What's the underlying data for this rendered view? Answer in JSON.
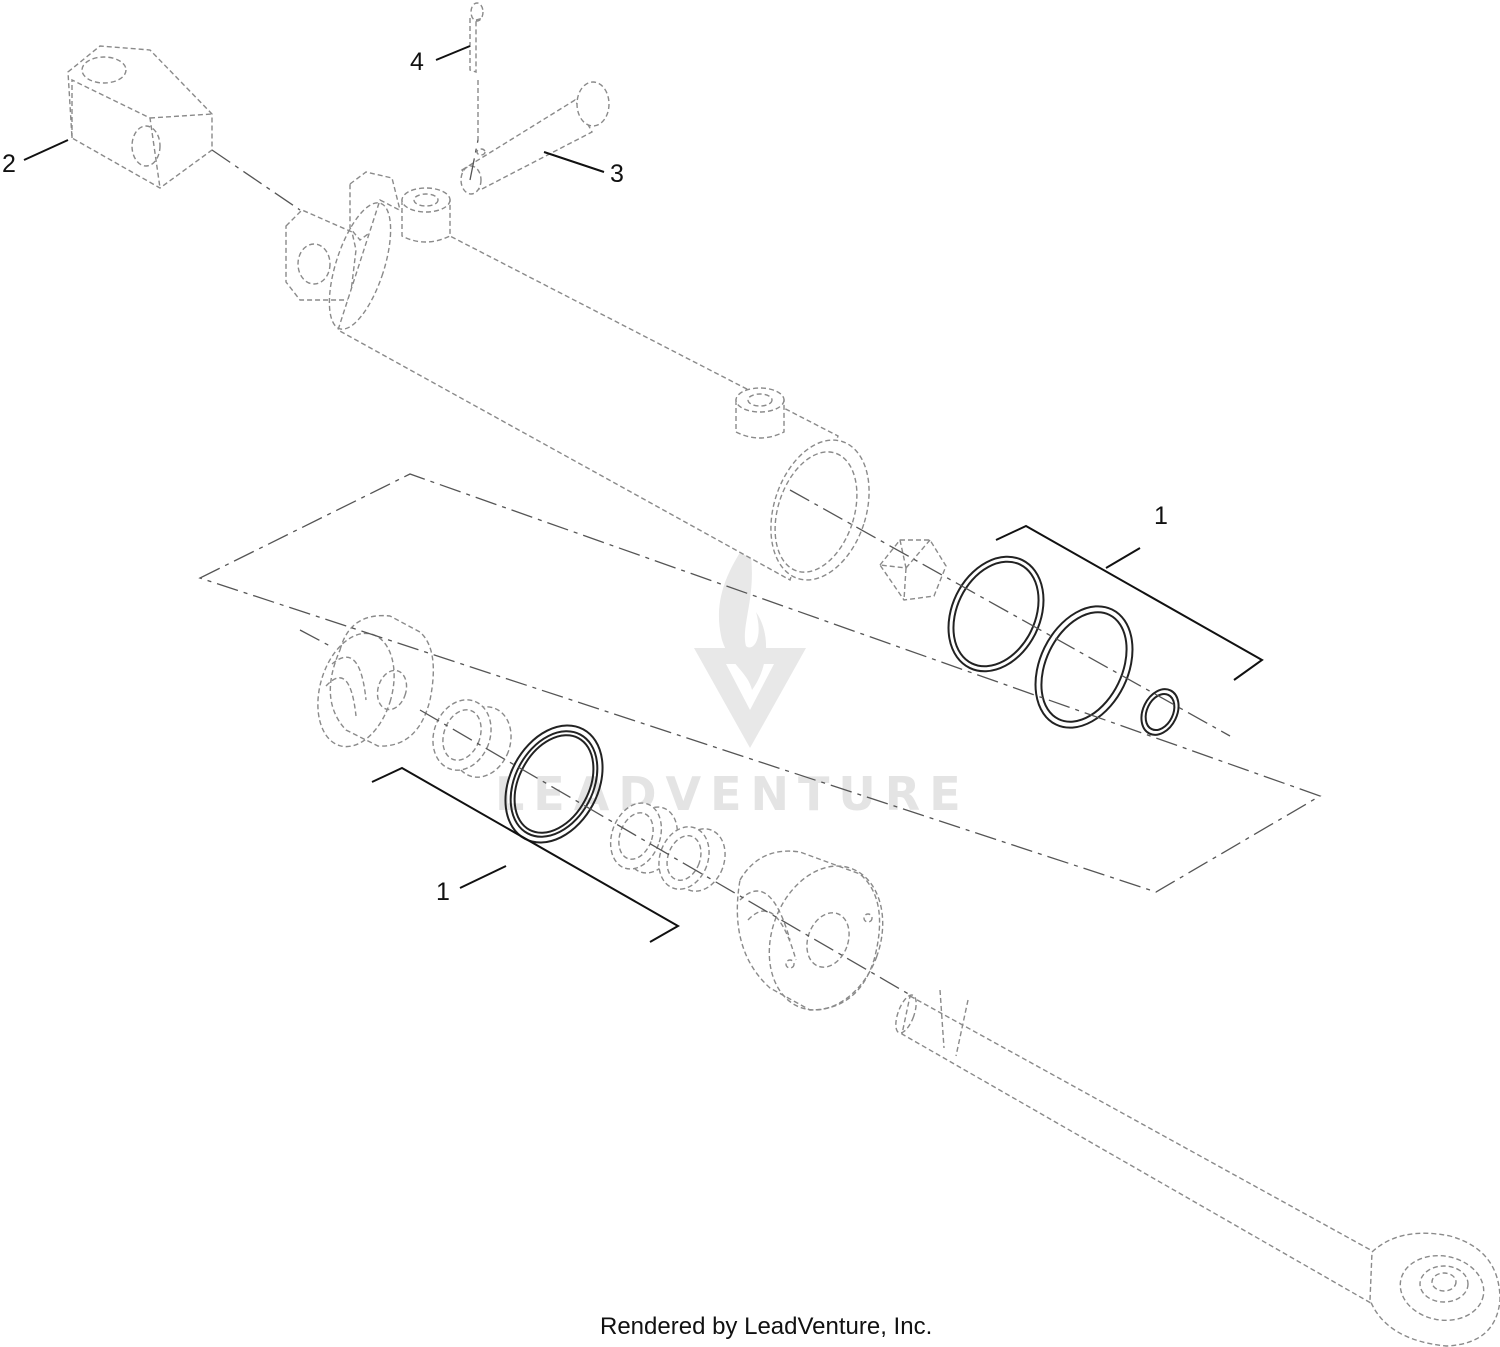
{
  "callouts": [
    {
      "id": "2",
      "label": "2"
    },
    {
      "id": "4",
      "label": "4"
    },
    {
      "id": "3",
      "label": "3"
    },
    {
      "id": "1a",
      "label": "1"
    },
    {
      "id": "1b",
      "label": "1"
    }
  ],
  "watermark": "LEADVENTURE",
  "footer": "Rendered by LeadVenture, Inc."
}
